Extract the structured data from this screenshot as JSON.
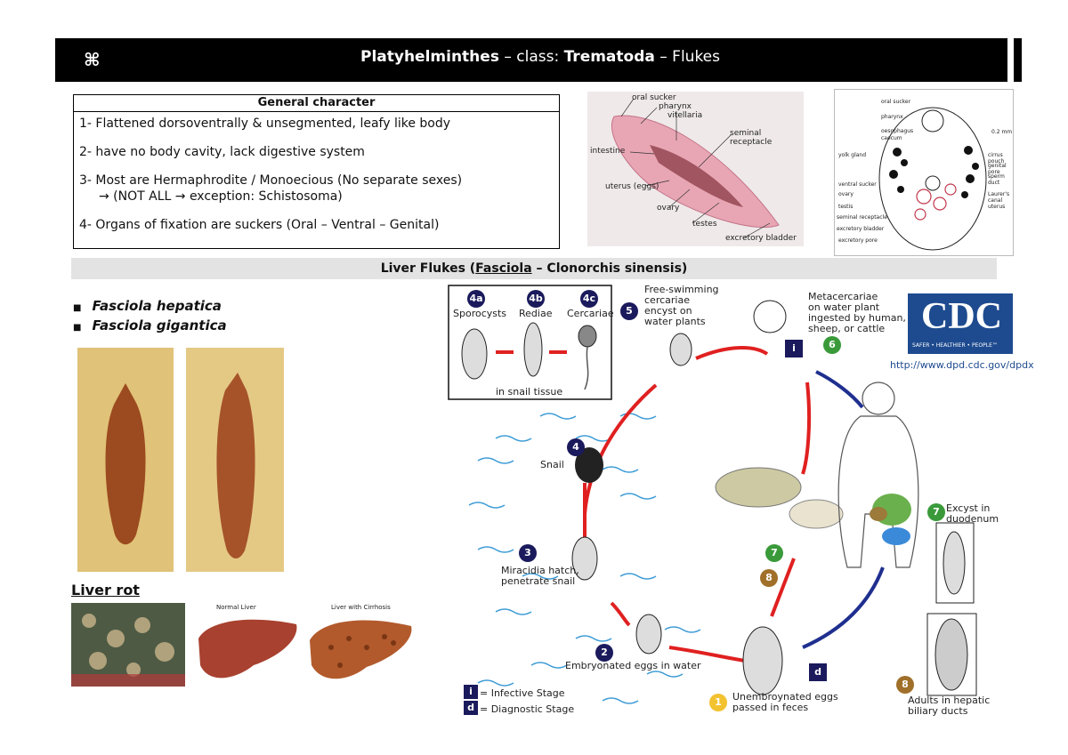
{
  "header": {
    "mark": "⌘",
    "title_bold": "Platyhelminthes",
    "title_sep1": " – class: ",
    "title_class": "Trematoda",
    "title_sep2": " – Flukes"
  },
  "general": {
    "heading": "General character",
    "items": [
      "1-  Flattened dorsoventrally & unsegmented, leafy like body",
      "2-  have no body cavity, lack digestive system",
      "3-  Most are Hermaphrodite / Monoecious (No separate sexes)",
      "→ (NOT ALL → exception: Schistosoma)",
      "4-  Organs of fixation are suckers (Oral – Ventral – Genital)"
    ]
  },
  "fluke_photo_labels": [
    "oral sucker",
    "pharynx",
    "vitellaria",
    "seminal receptacle",
    "intestine",
    "uterus (eggs)",
    "ovary",
    "testes",
    "excretory bladder"
  ],
  "fluke_diagram_labels": [
    "oral sucker",
    "pharynx",
    "oesophagus",
    "caecum",
    "yolk gland",
    "ventral sucker",
    "ovary",
    "testis",
    "seminal receptacle",
    "excretory bladder",
    "excretory pore",
    "0.2 mm",
    "cirrus pouch",
    "genital pore",
    "sperm duct",
    "Laurer's canal",
    "uterus"
  ],
  "section": {
    "prefix": "Liver Flukes (",
    "underlined": "Fasciola",
    "suffix": " – Clonorchis sinensis)"
  },
  "species": [
    "Fasciola hepatica",
    "Fasciola gigantica"
  ],
  "liver_rot": {
    "label": "Liver rot",
    "normal": "Normal Liver",
    "cirrhosis": "Liver with Cirrhosis"
  },
  "lifecycle": {
    "stage_4a": "4a",
    "stage_4b": "4b",
    "stage_4c": "4c",
    "sporocysts": "Sporocysts",
    "rediae": "Rediae",
    "cercariae": "Cercariae",
    "in_snail": "in snail tissue",
    "stage5": "5",
    "free_swimming": "Free-swimming\ncercariae\nencyst on\nwater plants",
    "stage6": "6",
    "metacercariae": "Metacercariae\non water plant\ningested by human,\nsheep, or cattle",
    "stage4": "4",
    "snail": "Snail",
    "stage3": "3",
    "miracidia": "Miracidia hatch,\npenetrate snail",
    "stage2": "2",
    "embryonated": "Embryonated eggs in water",
    "stage1": "1",
    "unembryonated": "Unembroynated eggs\npassed in feces",
    "stage7": "7",
    "excyst": "Excyst in\nduodenum",
    "stage8": "8",
    "adults": "Adults in hepatic\nbiliary ducts",
    "infective_mark": "i",
    "diagnostic_mark": "d",
    "legend_infective": "= Infective Stage",
    "legend_diagnostic": "= Diagnostic Stage",
    "cdc": "CDC",
    "cdc_tag": "SAFER • HEALTHIER • PEOPLE™",
    "cdc_url": "http://www.dpd.cdc.gov/dpdx"
  }
}
